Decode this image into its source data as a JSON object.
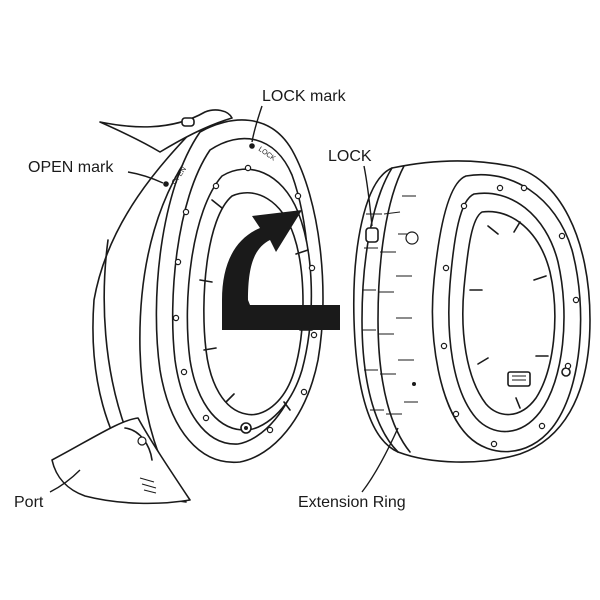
{
  "labels": {
    "lock_mark": "LOCK mark",
    "open_mark": "OPEN mark",
    "lock": "LOCK",
    "port": "Port",
    "extension_ring": "Extension Ring"
  },
  "engraving": {
    "port_lock": "LOCK",
    "port_open": "OPEN"
  },
  "colors": {
    "line": "#1a1a1a",
    "background": "#ffffff",
    "arrow": "#1a1a1a"
  },
  "icons": {
    "rotation_arrow": "curved-arrow-icon"
  }
}
